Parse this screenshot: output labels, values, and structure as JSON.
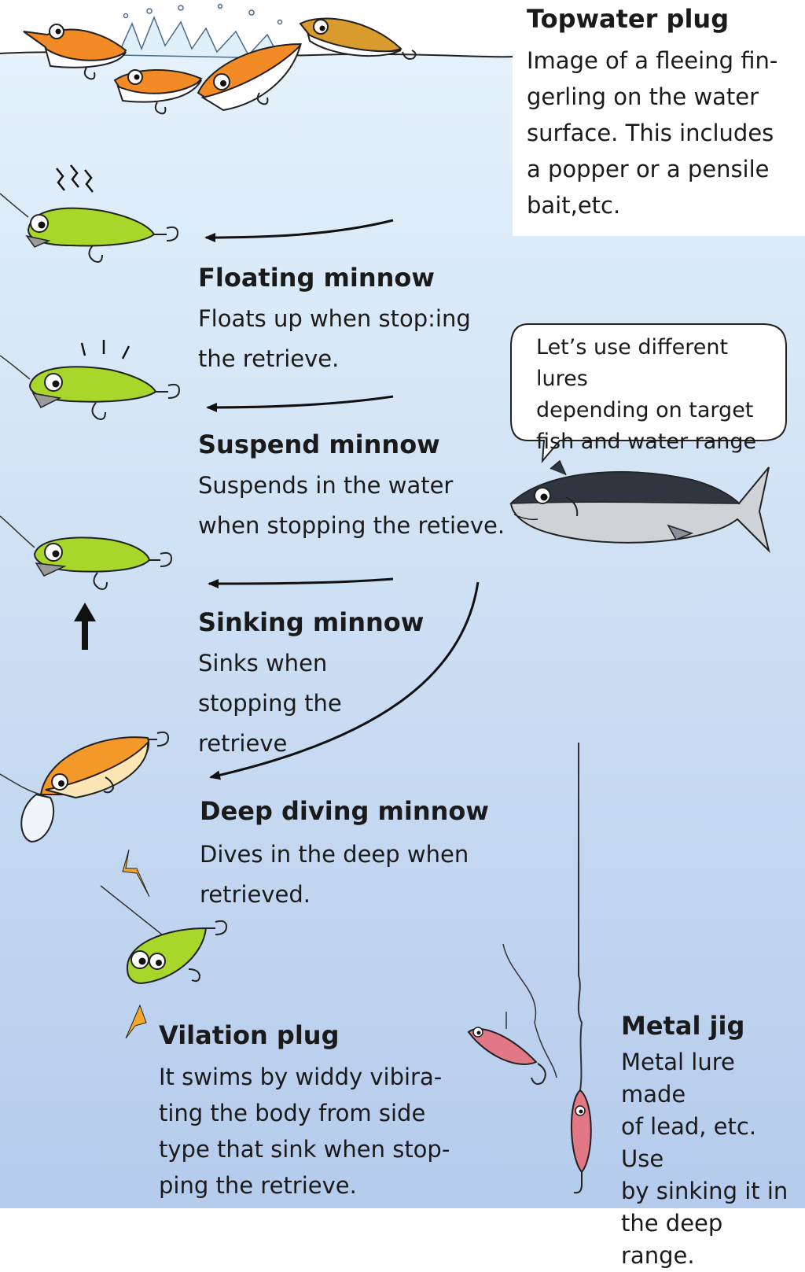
{
  "lures": [
    {
      "title": "Topwater plug",
      "description": [
        "Image of a fleeing fin-",
        "gerling on the water",
        "surface. This includes",
        "a popper or a pensile",
        "bait,etc."
      ]
    },
    {
      "title": "Floating minnow",
      "description": [
        "Floats up when stop:ing",
        "the retrieve."
      ]
    },
    {
      "title": "Suspend minnow",
      "description": [
        "Suspends in the water",
        "when stopping the retieve."
      ]
    },
    {
      "title": "Sinking minnow",
      "description": [
        "Sinks when",
        "stopping the",
        "retrieve"
      ]
    },
    {
      "title": "Deep diving minnow",
      "description": [
        "Dives in the deep when",
        "retrieved."
      ]
    },
    {
      "title": "Vilation plug",
      "description": [
        "It swims by widdy vibira-",
        "ting the body from side",
        "type that sink when stop-",
        "ping the retrieve."
      ]
    },
    {
      "title": "Metal jig",
      "description": [
        "Metal lure made",
        "of lead, etc. Use",
        "by sinking it in",
        "the deep",
        "range."
      ]
    }
  ],
  "speech_bubble": [
    "Let’s use different lures",
    "depending on target",
    "fish and water range"
  ],
  "colors": {
    "water_top": "#e4f1fb",
    "water_bottom": "#b5cbec",
    "minnow_green": "#a8d62a",
    "deep_orange": "#f5982a",
    "topwater_orange": "#f28a26",
    "topwater_gold": "#d99a2e",
    "metal_jig_pink": "#e27786",
    "fish_dark": "#2f3640"
  }
}
